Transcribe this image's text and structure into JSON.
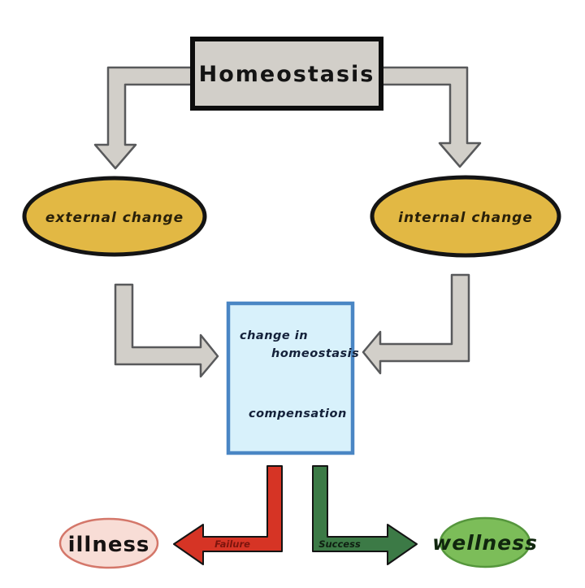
{
  "diagram": {
    "title": "Homeostasis",
    "nodes": {
      "external_change": "external change",
      "internal_change": "internal change",
      "change_box_line1": "change in",
      "change_box_line2": "homeostasis",
      "change_box_line3": "compensation",
      "illness": "illness",
      "wellness": "wellness"
    },
    "edges": {
      "failure_label": "Failure",
      "success_label": "Success"
    }
  },
  "colors": {
    "background": "#ffffff",
    "title_box_fill": "#d2cfc9",
    "gray_arrow_fill": "#d2cfc9",
    "gray_arrow_stroke": "#58595b",
    "change_ellipse_fill": "#e2b844",
    "change_ellipse_border": "#141414",
    "change_box_fill": "#d8f1fb",
    "change_box_border": "#4a86c4",
    "failure_arrow_fill": "#d63425",
    "failure_label_color": "#7c140d",
    "success_arrow_fill": "#3c7a46",
    "success_label_color": "#0f1f12",
    "illness_fill": "#f8ddd6",
    "illness_border": "#d4776a",
    "wellness_fill": "#7cbd59",
    "wellness_border": "#55963c"
  }
}
